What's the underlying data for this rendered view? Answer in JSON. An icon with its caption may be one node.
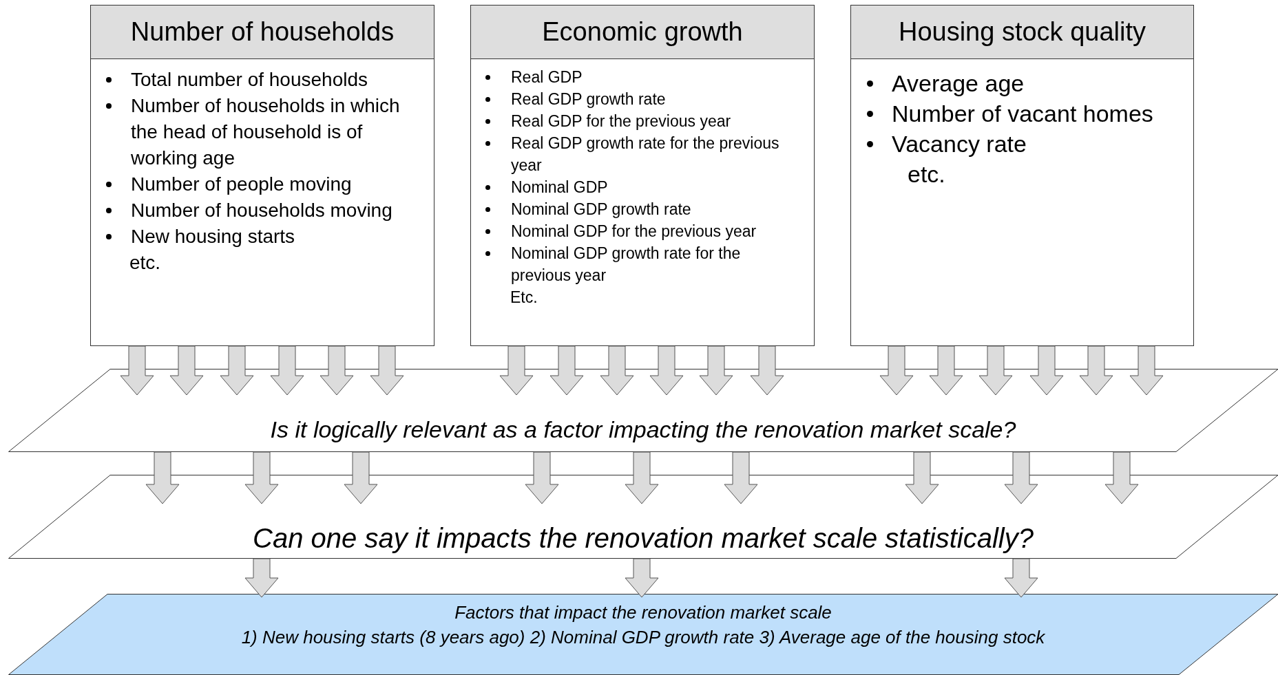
{
  "diagram": {
    "nodes": [
      {
        "text": [
          "Number of households",
          "Total number of households",
          "Number of households in which the head of household is of working age",
          "Number of people moving",
          "Number of households moving",
          "New housing starts",
          "etc."
        ]
      },
      {
        "text": [
          "Economic growth",
          "Real GDP",
          "Real GDP growth rate",
          "Real GDP for the previous year",
          "Real GDP growth rate for the previous year",
          "Nominal GDP",
          "Nominal GDP growth rate",
          "Nominal GDP for the previous year",
          "Nominal GDP growth rate for the previous year",
          "Etc."
        ]
      },
      {
        "text": [
          "Housing stock quality",
          "Average age",
          "Number of vacant homes",
          "Vacancy rate",
          "etc."
        ]
      },
      {
        "text": [
          "Is it logically relevant as a factor impacting the renovation market scale?"
        ]
      },
      {
        "text": [
          "Can one say it impacts the renovation market scale statistically?"
        ]
      },
      {
        "text": [
          "Factors that impact the renovation market scale",
          "1) New housing starts (8 years ago) 2) Nominal GDP growth rate 3) Average age of the housing stock"
        ]
      }
    ],
    "edges": [
      {
        "from": 0,
        "to": 3,
        "arrow": "to"
      },
      {
        "from": 0,
        "to": 3,
        "arrow": "to"
      },
      {
        "from": 0,
        "to": 3,
        "arrow": "to"
      },
      {
        "from": 0,
        "to": 3,
        "arrow": "to"
      },
      {
        "from": 0,
        "to": 3,
        "arrow": "to"
      },
      {
        "from": 0,
        "to": 3,
        "arrow": "to"
      },
      {
        "from": 1,
        "to": 3,
        "arrow": "to"
      },
      {
        "from": 1,
        "to": 3,
        "arrow": "to"
      },
      {
        "from": 1,
        "to": 3,
        "arrow": "to"
      },
      {
        "from": 1,
        "to": 3,
        "arrow": "to"
      },
      {
        "from": 1,
        "to": 3,
        "arrow": "to"
      },
      {
        "from": 1,
        "to": 3,
        "arrow": "to"
      },
      {
        "from": 2,
        "to": 3,
        "arrow": "to"
      },
      {
        "from": 2,
        "to": 3,
        "arrow": "to"
      },
      {
        "from": 2,
        "to": 3,
        "arrow": "to"
      },
      {
        "from": 2,
        "to": 3,
        "arrow": "to"
      },
      {
        "from": 2,
        "to": 3,
        "arrow": "to"
      },
      {
        "from": 2,
        "to": 3,
        "arrow": "to"
      },
      {
        "from": 3,
        "to": 4,
        "arrow": "to"
      },
      {
        "from": 3,
        "to": 4,
        "arrow": "to"
      },
      {
        "from": 3,
        "to": 4,
        "arrow": "to"
      },
      {
        "from": 3,
        "to": 4,
        "arrow": "to"
      },
      {
        "from": 3,
        "to": 4,
        "arrow": "to"
      },
      {
        "from": 3,
        "to": 4,
        "arrow": "to"
      },
      {
        "from": 3,
        "to": 4,
        "arrow": "to"
      },
      {
        "from": 3,
        "to": 4,
        "arrow": "to"
      },
      {
        "from": 3,
        "to": 4,
        "arrow": "to"
      },
      {
        "from": 4,
        "to": 5,
        "arrow": "to"
      },
      {
        "from": 4,
        "to": 5,
        "arrow": "to"
      },
      {
        "from": 4,
        "to": 5,
        "arrow": "to"
      }
    ]
  }
}
